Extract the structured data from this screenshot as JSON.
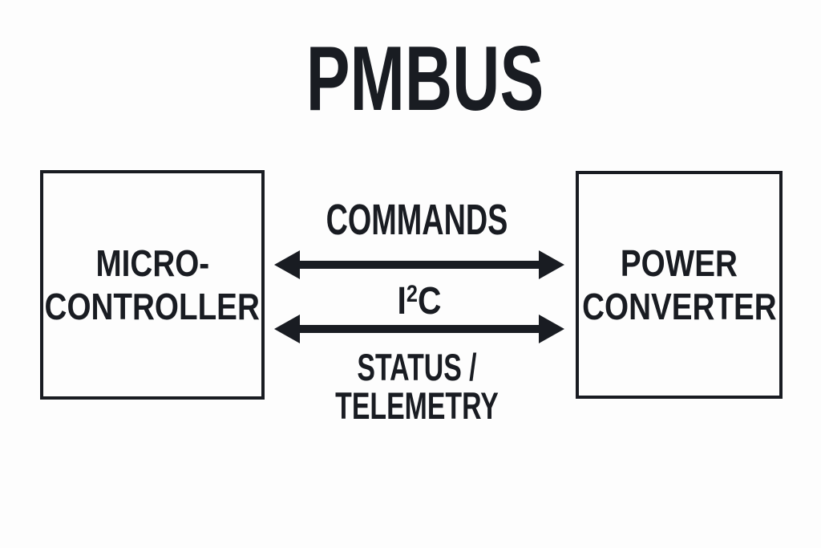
{
  "title": "PMBUS",
  "microcontroller_box": {
    "line1": "MICRO-",
    "line2": "CONTROLLER"
  },
  "power_converter_box": {
    "line1": "POWER",
    "line2": "CONVERTER"
  },
  "bus": {
    "commands_label": "COMMANDS",
    "i2c_base": "I",
    "i2c_sup": "2",
    "i2c_tail": "C",
    "status_line1": "STATUS /",
    "status_line2": "TELEMETRY"
  },
  "colors": {
    "ink": "#191c22",
    "background": "#fdfdfd"
  }
}
